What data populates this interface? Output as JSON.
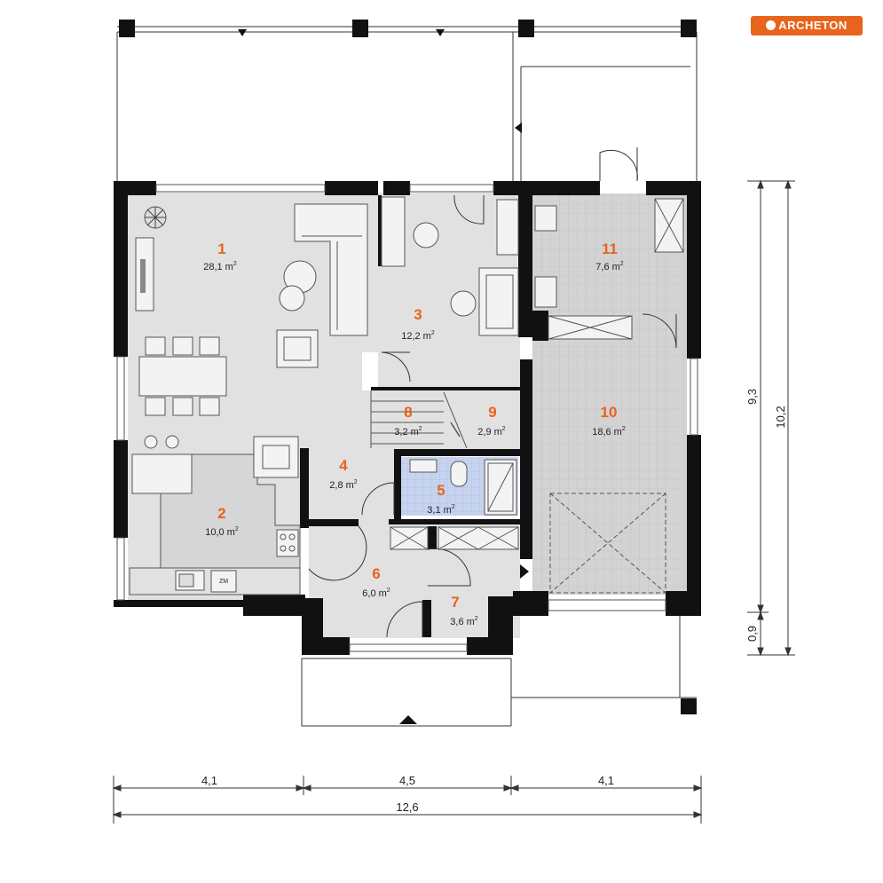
{
  "brand": {
    "logo_text": "ARCHETON",
    "logo_color": "#e8631c"
  },
  "colors": {
    "wall": "#111111",
    "floor": "#e2e2e2",
    "tile": "#d2d2d2",
    "bath": "#c8d4ef",
    "room_number": "#e8631c"
  },
  "rooms": [
    {
      "number": "1",
      "area": "28,1 m"
    },
    {
      "number": "2",
      "area": "10,0 m"
    },
    {
      "number": "3",
      "area": "12,2 m"
    },
    {
      "number": "4",
      "area": "2,8 m"
    },
    {
      "number": "5",
      "area": "3,1 m"
    },
    {
      "number": "6",
      "area": "6,0 m"
    },
    {
      "number": "7",
      "area": "3,6 m"
    },
    {
      "number": "8",
      "area": "3,2 m"
    },
    {
      "number": "9",
      "area": "2,9 m"
    },
    {
      "number": "10",
      "area": "18,6 m"
    },
    {
      "number": "11",
      "area": "7,6 m"
    }
  ],
  "area_unit_sup": "2",
  "kitchen_label": "ZM",
  "dimensions": {
    "bottom": [
      "4,1",
      "4,5",
      "4,1"
    ],
    "bottom_total": "12,6",
    "right_inner": "9,3",
    "right_outer": "10,2",
    "right_small": "0,9"
  }
}
